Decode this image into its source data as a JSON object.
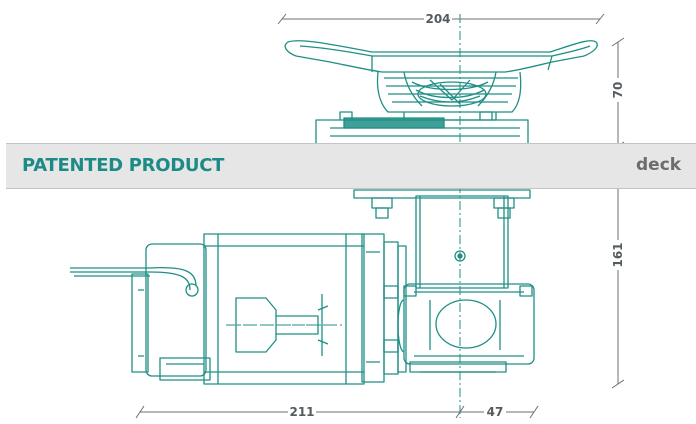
{
  "banner": {
    "label": "PATENTED PRODUCT",
    "band_color": "#e6e6e6",
    "label_color": "#1c8a86"
  },
  "deck": {
    "label": "deck"
  },
  "dimensions": {
    "top_width": "204",
    "height_above_deck": "70",
    "height_below_deck": "161",
    "motor_length": "211",
    "gearbox_offset": "47"
  },
  "colors": {
    "drawing": "#1f8f86",
    "dimension": "#6b6f72"
  }
}
